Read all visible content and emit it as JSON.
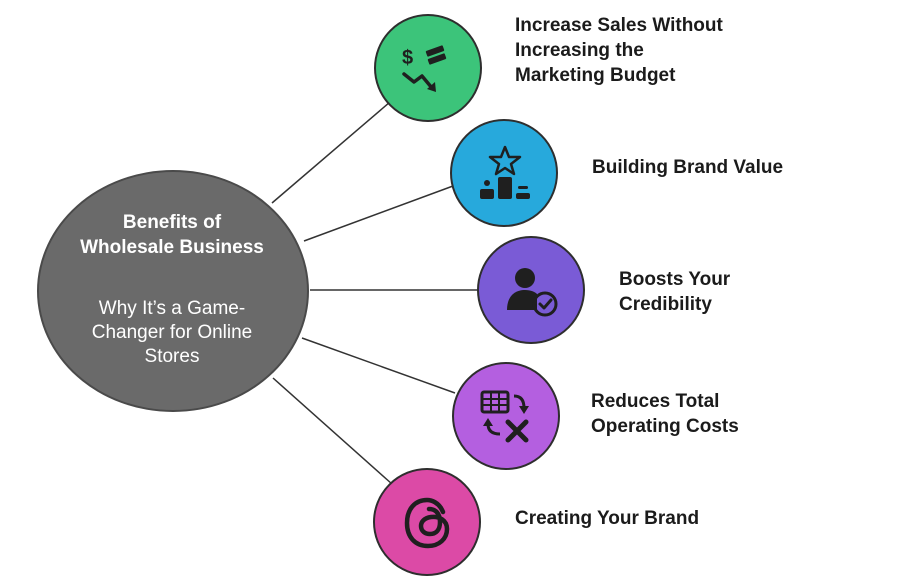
{
  "center": {
    "title": "Benefits of Wholesale Business",
    "subtitle": "Why It’s a Game-Changer for Online Stores",
    "color": "#6a6a6a"
  },
  "benefits": [
    {
      "label": "Increase Sales Without Increasing the Marketing Budget",
      "icon": "dollar-down-trend-icon",
      "color": "#3cc47a"
    },
    {
      "label": "Building Brand Value",
      "icon": "star-podium-icon",
      "color": "#27a9dc"
    },
    {
      "label": "Boosts Your Credibility",
      "icon": "user-check-icon",
      "color": "#7a5bd6"
    },
    {
      "label": "Reduces Total Operating Costs",
      "icon": "table-cost-reduce-icon",
      "color": "#b45fe0"
    },
    {
      "label": "Creating Your Brand",
      "icon": "threads-logo-icon",
      "color": "#dc4aa6"
    }
  ]
}
